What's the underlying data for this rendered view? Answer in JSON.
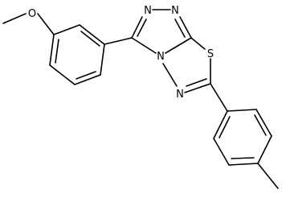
{
  "molecule": {
    "atom_labels": {
      "methoxy_oxygen": "O",
      "triazole_n1": "N",
      "triazole_n2": "N",
      "bridgehead_n": "N",
      "thiadiazole_n": "N",
      "sulfur": "S"
    },
    "bond_color": "#000000",
    "background": "#ffffff"
  }
}
